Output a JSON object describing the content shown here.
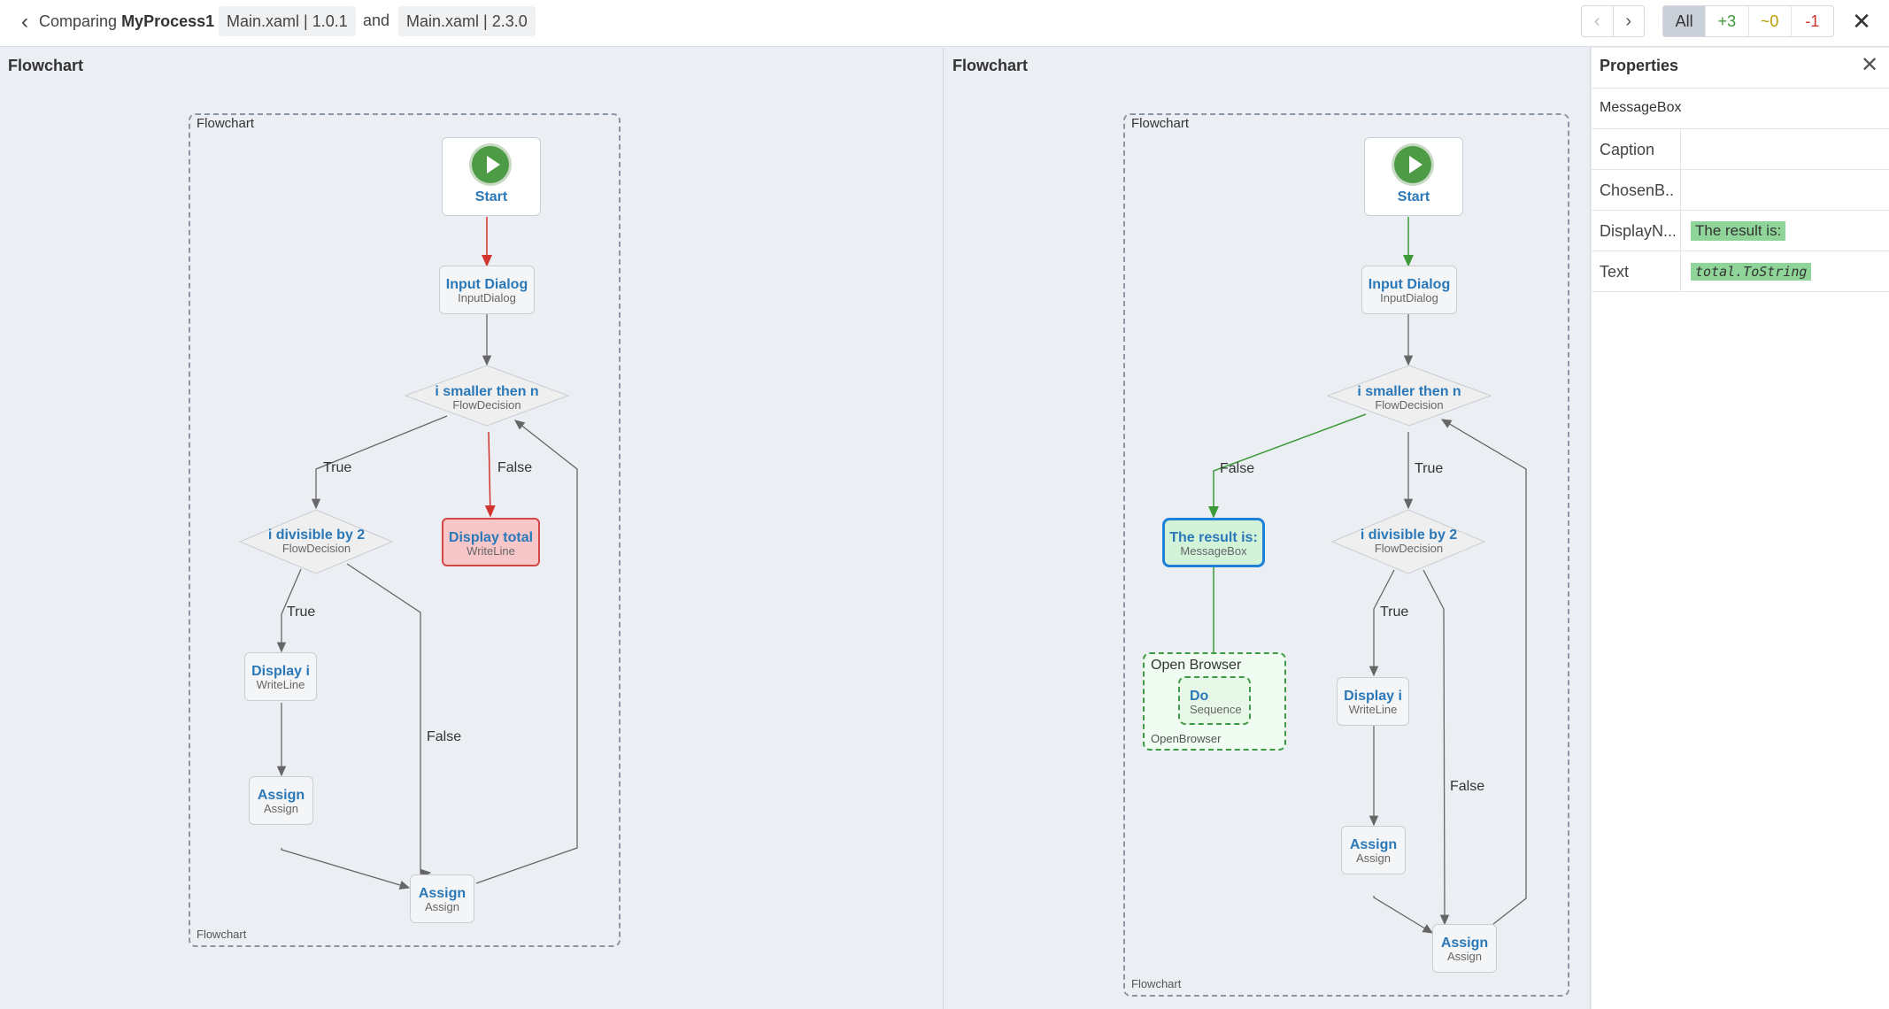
{
  "header": {
    "back_icon": "chevron-left-icon",
    "comparing_label": "Comparing",
    "process_name": "MyProcess1",
    "left_file": "Main.xaml | 1.0.1",
    "and_label": "and",
    "right_file": "Main.xaml | 2.3.0",
    "prev_icon": "chevron-left-icon",
    "next_icon": "chevron-right-icon",
    "filters": {
      "all": "All",
      "added": "+3",
      "modified": "~0",
      "removed": "-1"
    },
    "close_icon": "close-icon"
  },
  "left_pane": {
    "title": "Flowchart",
    "container_label": "Flowchart",
    "container_footer": "Flowchart",
    "start_label": "Start",
    "input_dialog": {
      "title": "Input Dialog",
      "type": "InputDialog"
    },
    "decision_main": {
      "title": "i smaller then n",
      "type": "FlowDecision"
    },
    "decision_div": {
      "title": "i divisible by 2",
      "type": "FlowDecision"
    },
    "display_total": {
      "title": "Display total",
      "type": "WriteLine"
    },
    "display_i": {
      "title": "Display i",
      "type": "WriteLine"
    },
    "assign_1": {
      "title": "Assign",
      "type": "Assign"
    },
    "assign_2": {
      "title": "Assign",
      "type": "Assign"
    },
    "labels": {
      "true_1": "True",
      "false_1": "False",
      "true_2": "True",
      "false_2": "False"
    }
  },
  "right_pane": {
    "title": "Flowchart",
    "container_label": "Flowchart",
    "container_footer": "Flowchart",
    "start_label": "Start",
    "input_dialog": {
      "title": "Input Dialog",
      "type": "InputDialog"
    },
    "decision_main": {
      "title": "i smaller then n",
      "type": "FlowDecision"
    },
    "message_box": {
      "title": "The result is:",
      "type": "MessageBox"
    },
    "decision_div": {
      "title": "i divisible by 2",
      "type": "FlowDecision"
    },
    "open_browser": {
      "title": "Open Browser",
      "type": "OpenBrowser",
      "do_title": "Do",
      "do_type": "Sequence"
    },
    "display_i": {
      "title": "Display i",
      "type": "WriteLine"
    },
    "assign_1": {
      "title": "Assign",
      "type": "Assign"
    },
    "assign_2": {
      "title": "Assign",
      "type": "Assign"
    },
    "labels": {
      "false_1": "False",
      "true_1": "True",
      "true_2": "True",
      "false_2": "False"
    }
  },
  "properties": {
    "title": "Properties",
    "close_icon": "close-icon",
    "activity_type": "MessageBox",
    "rows": [
      {
        "name": "Caption",
        "value": ""
      },
      {
        "name": "ChosenB...",
        "value": ""
      },
      {
        "name": "DisplayN...",
        "value": "The result is:"
      },
      {
        "name": "Text",
        "value": "total.ToString"
      }
    ]
  },
  "colors": {
    "added": "#3d9a39",
    "removed": "#d0342c",
    "modified": "#b59a00",
    "activity_title": "#2a78b8",
    "start": "#4d9c45",
    "selected_border": "#1f80d8"
  }
}
